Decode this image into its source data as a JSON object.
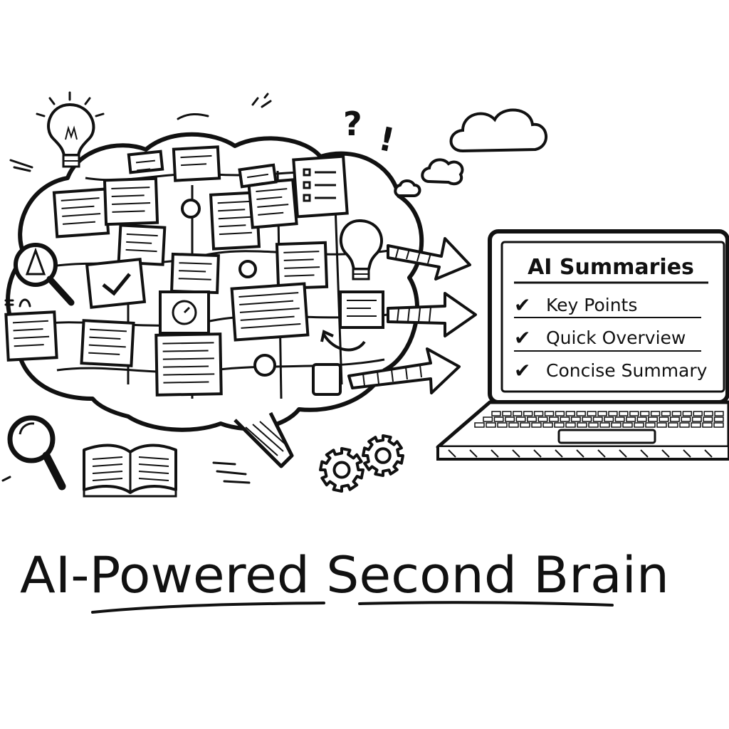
{
  "laptop": {
    "screen_title": "AI Summaries",
    "items": [
      {
        "check": "✔",
        "label": "Key Points"
      },
      {
        "check": "✔",
        "label": "Quick Overview"
      },
      {
        "check": "✔",
        "label": "Concise Summary"
      }
    ]
  },
  "headline": "AI-Powered Second Brain",
  "decorations": {
    "question": "?",
    "exclaim": "!"
  },
  "icons": [
    "brain-icon",
    "lightbulb-icon",
    "magnifier-icon",
    "book-icon",
    "gears-icon",
    "cloud-icon",
    "arrow-icon",
    "laptop-icon"
  ]
}
